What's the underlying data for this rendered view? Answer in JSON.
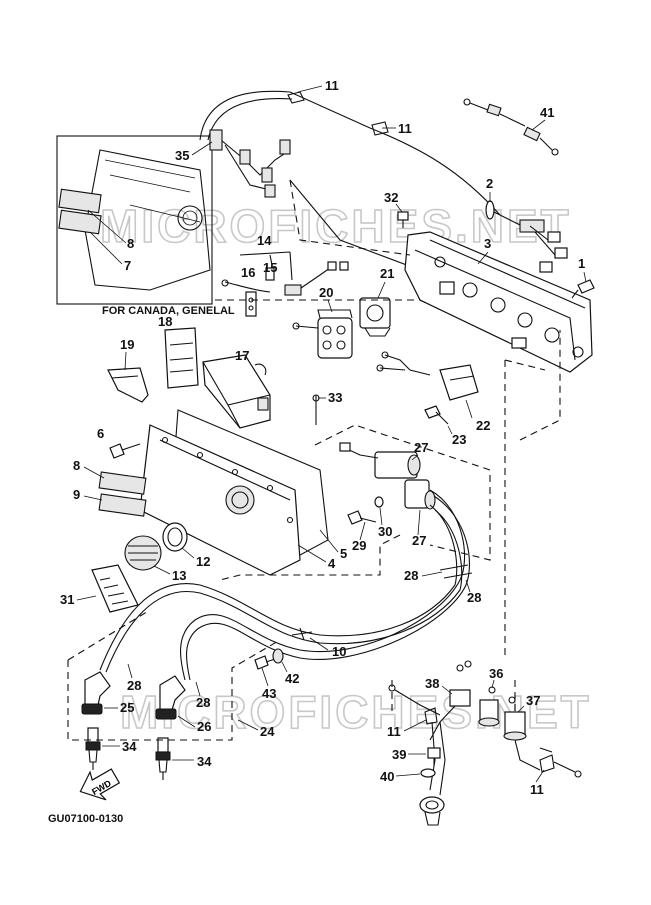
{
  "inset_caption": "FOR CANADA, GENELAL",
  "drawing_code": "GU07100-0130",
  "fwd_label": "FWD",
  "watermark": "MICROFICHES.NET",
  "watermark_lower": "MICROFICHES.NET",
  "callouts": {
    "c11a": "11",
    "c11b": "11",
    "c35": "35",
    "c41": "41",
    "c2": "2",
    "c32": "32",
    "c3": "3",
    "c1": "1",
    "c14": "14",
    "c15": "15",
    "c16": "16",
    "c21": "21",
    "c20": "20",
    "c8a": "8",
    "c7": "7",
    "c18": "18",
    "c19": "19",
    "c17": "17",
    "c33": "33",
    "c22": "22",
    "c23": "23",
    "c6": "6",
    "c27a": "27",
    "c27b": "27",
    "c8b": "8",
    "c9": "9",
    "c30": "30",
    "c29": "29",
    "c5": "5",
    "c4": "4",
    "c12": "12",
    "c13": "13",
    "c28a": "28",
    "c28b": "28",
    "c31": "31",
    "c10": "10",
    "c43": "43",
    "c42": "42",
    "c28c": "28",
    "c28d": "28",
    "c25": "25",
    "c26": "26",
    "c24": "24",
    "c34a": "34",
    "c34b": "34",
    "c38": "38",
    "c36": "36",
    "c37": "37",
    "c11c": "11",
    "c39": "39",
    "c40": "40",
    "c11d": "11"
  }
}
